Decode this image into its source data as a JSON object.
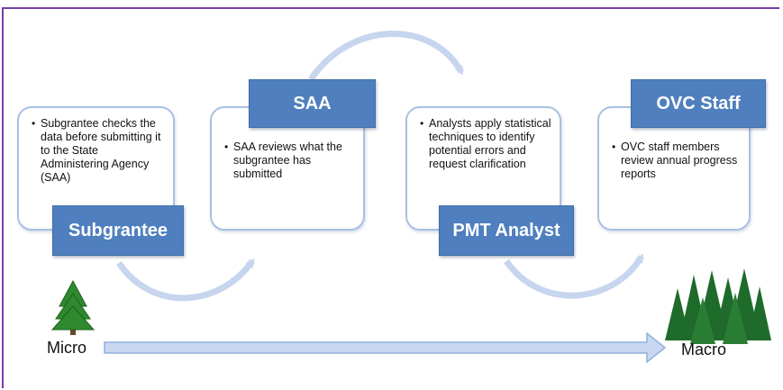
{
  "stages": [
    {
      "title": "Subgrantee",
      "bullet": "Subgrantee checks the data before submitting it to the State Administering Agency (SAA)"
    },
    {
      "title": "SAA",
      "bullet": "SAA reviews what the subgrantee has submitted"
    },
    {
      "title": "PMT Analyst",
      "bullet": "Analysts apply statistical techniques to identify potential errors and request clarification"
    },
    {
      "title": "OVC Staff",
      "bullet": "OVC staff members review annual progress reports"
    }
  ],
  "scale": {
    "start_label": "Micro",
    "end_label": "Macro"
  },
  "colors": {
    "label_fill": "#4f7fbe",
    "card_border": "#a9c0e4",
    "arrow_fill": "#c9d8f0",
    "tree_green": "#2f8a2f",
    "frame": "#7a3fa6"
  }
}
